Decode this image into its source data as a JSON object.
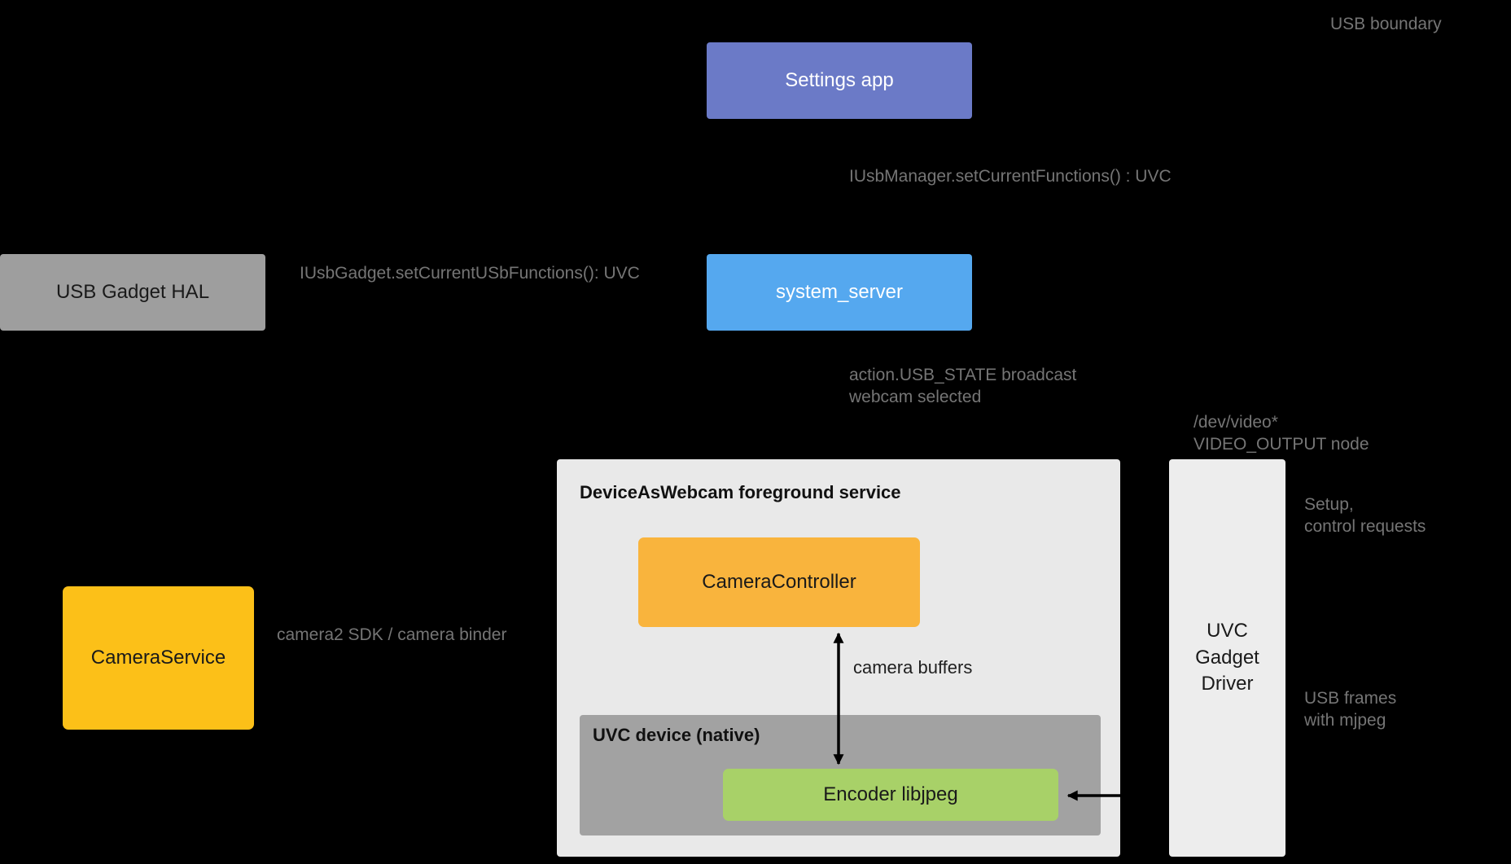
{
  "nodes": {
    "settings_app": {
      "label": "Settings app",
      "color": "#6b7ac7"
    },
    "usb_gadget_hal": {
      "label": "USB Gadget HAL",
      "color": "#9e9e9e"
    },
    "system_server": {
      "label": "system_server",
      "color": "#55a8ef"
    },
    "daw_service": {
      "label": "DeviceAsWebcam foreground service",
      "color": "#e9e9e9"
    },
    "camera_controller": {
      "label": "CameraController",
      "color": "#f9b43d"
    },
    "uvc_device": {
      "label": "UVC device (native)",
      "color": "#a2a2a2"
    },
    "encoder": {
      "label": "Encoder libjpeg",
      "color": "#a8d168"
    },
    "camera_service": {
      "label": "CameraService",
      "color": "#fcc018"
    },
    "uvc_gadget_driver": {
      "label": "UVC\nGadget\nDriver",
      "color": "#ededed"
    }
  },
  "annotations": {
    "usb_boundary": "USB boundary",
    "iusb_manager": "IUsbManager.setCurrentFunctions() : UVC",
    "iusb_gadget": "IUsbGadget.setCurrentUSbFunctions(): UVC",
    "usb_state": "action.USB_STATE broadcast\nwebcam selected",
    "dev_video": "/dev/video*\nVIDEO_OUTPUT node",
    "camera2_sdk": "camera2 SDK / camera binder",
    "camera_buffers": "camera buffers",
    "setup": "Setup,\ncontrol requests",
    "usb_frames": "USB frames\nwith mjpeg"
  },
  "arrow_color": "#000000"
}
